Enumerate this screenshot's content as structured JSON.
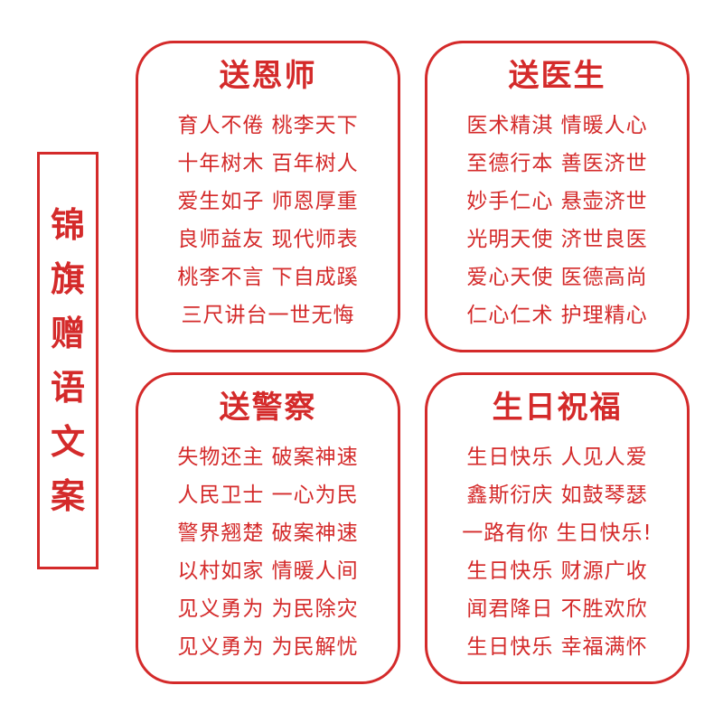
{
  "side_title": [
    "锦",
    "旗",
    "赠",
    "语",
    "文",
    "案"
  ],
  "panels": {
    "teacher": {
      "title": "送恩师",
      "phrases": [
        "育人不倦 桃李天下",
        "十年树木 百年树人",
        "爱生如子 师恩厚重",
        "良师益友 现代师表",
        "桃李不言 下自成蹊",
        "三尺讲台一世无悔"
      ]
    },
    "doctor": {
      "title": "送医生",
      "phrases": [
        "医术精淇 情暖人心",
        "至德行本 善医济世",
        "妙手仁心 悬壶济世",
        "光明天使 济世良医",
        "爱心天使 医德高尚",
        "仁心仁术 护理精心"
      ]
    },
    "police": {
      "title": "送警察",
      "phrases": [
        "失物还主 破案神速",
        "人民卫士 一心为民",
        "警界翘楚 破案神速",
        "以村如家 情暖人间",
        "见义勇为 为民除灾",
        "见义勇为 为民解忧"
      ]
    },
    "birthday": {
      "title": "生日祝福",
      "phrases": [
        "生日快乐 人见人爱",
        "鑫斯衍庆 如鼓琴瑟",
        "一路有你 生日快乐!",
        "生日快乐 财源广收",
        "闻君降日 不胜欢欣",
        "生日快乐 幸福满怀"
      ]
    }
  },
  "colors": {
    "accent": "#d42a2a",
    "background": "#ffffff"
  }
}
